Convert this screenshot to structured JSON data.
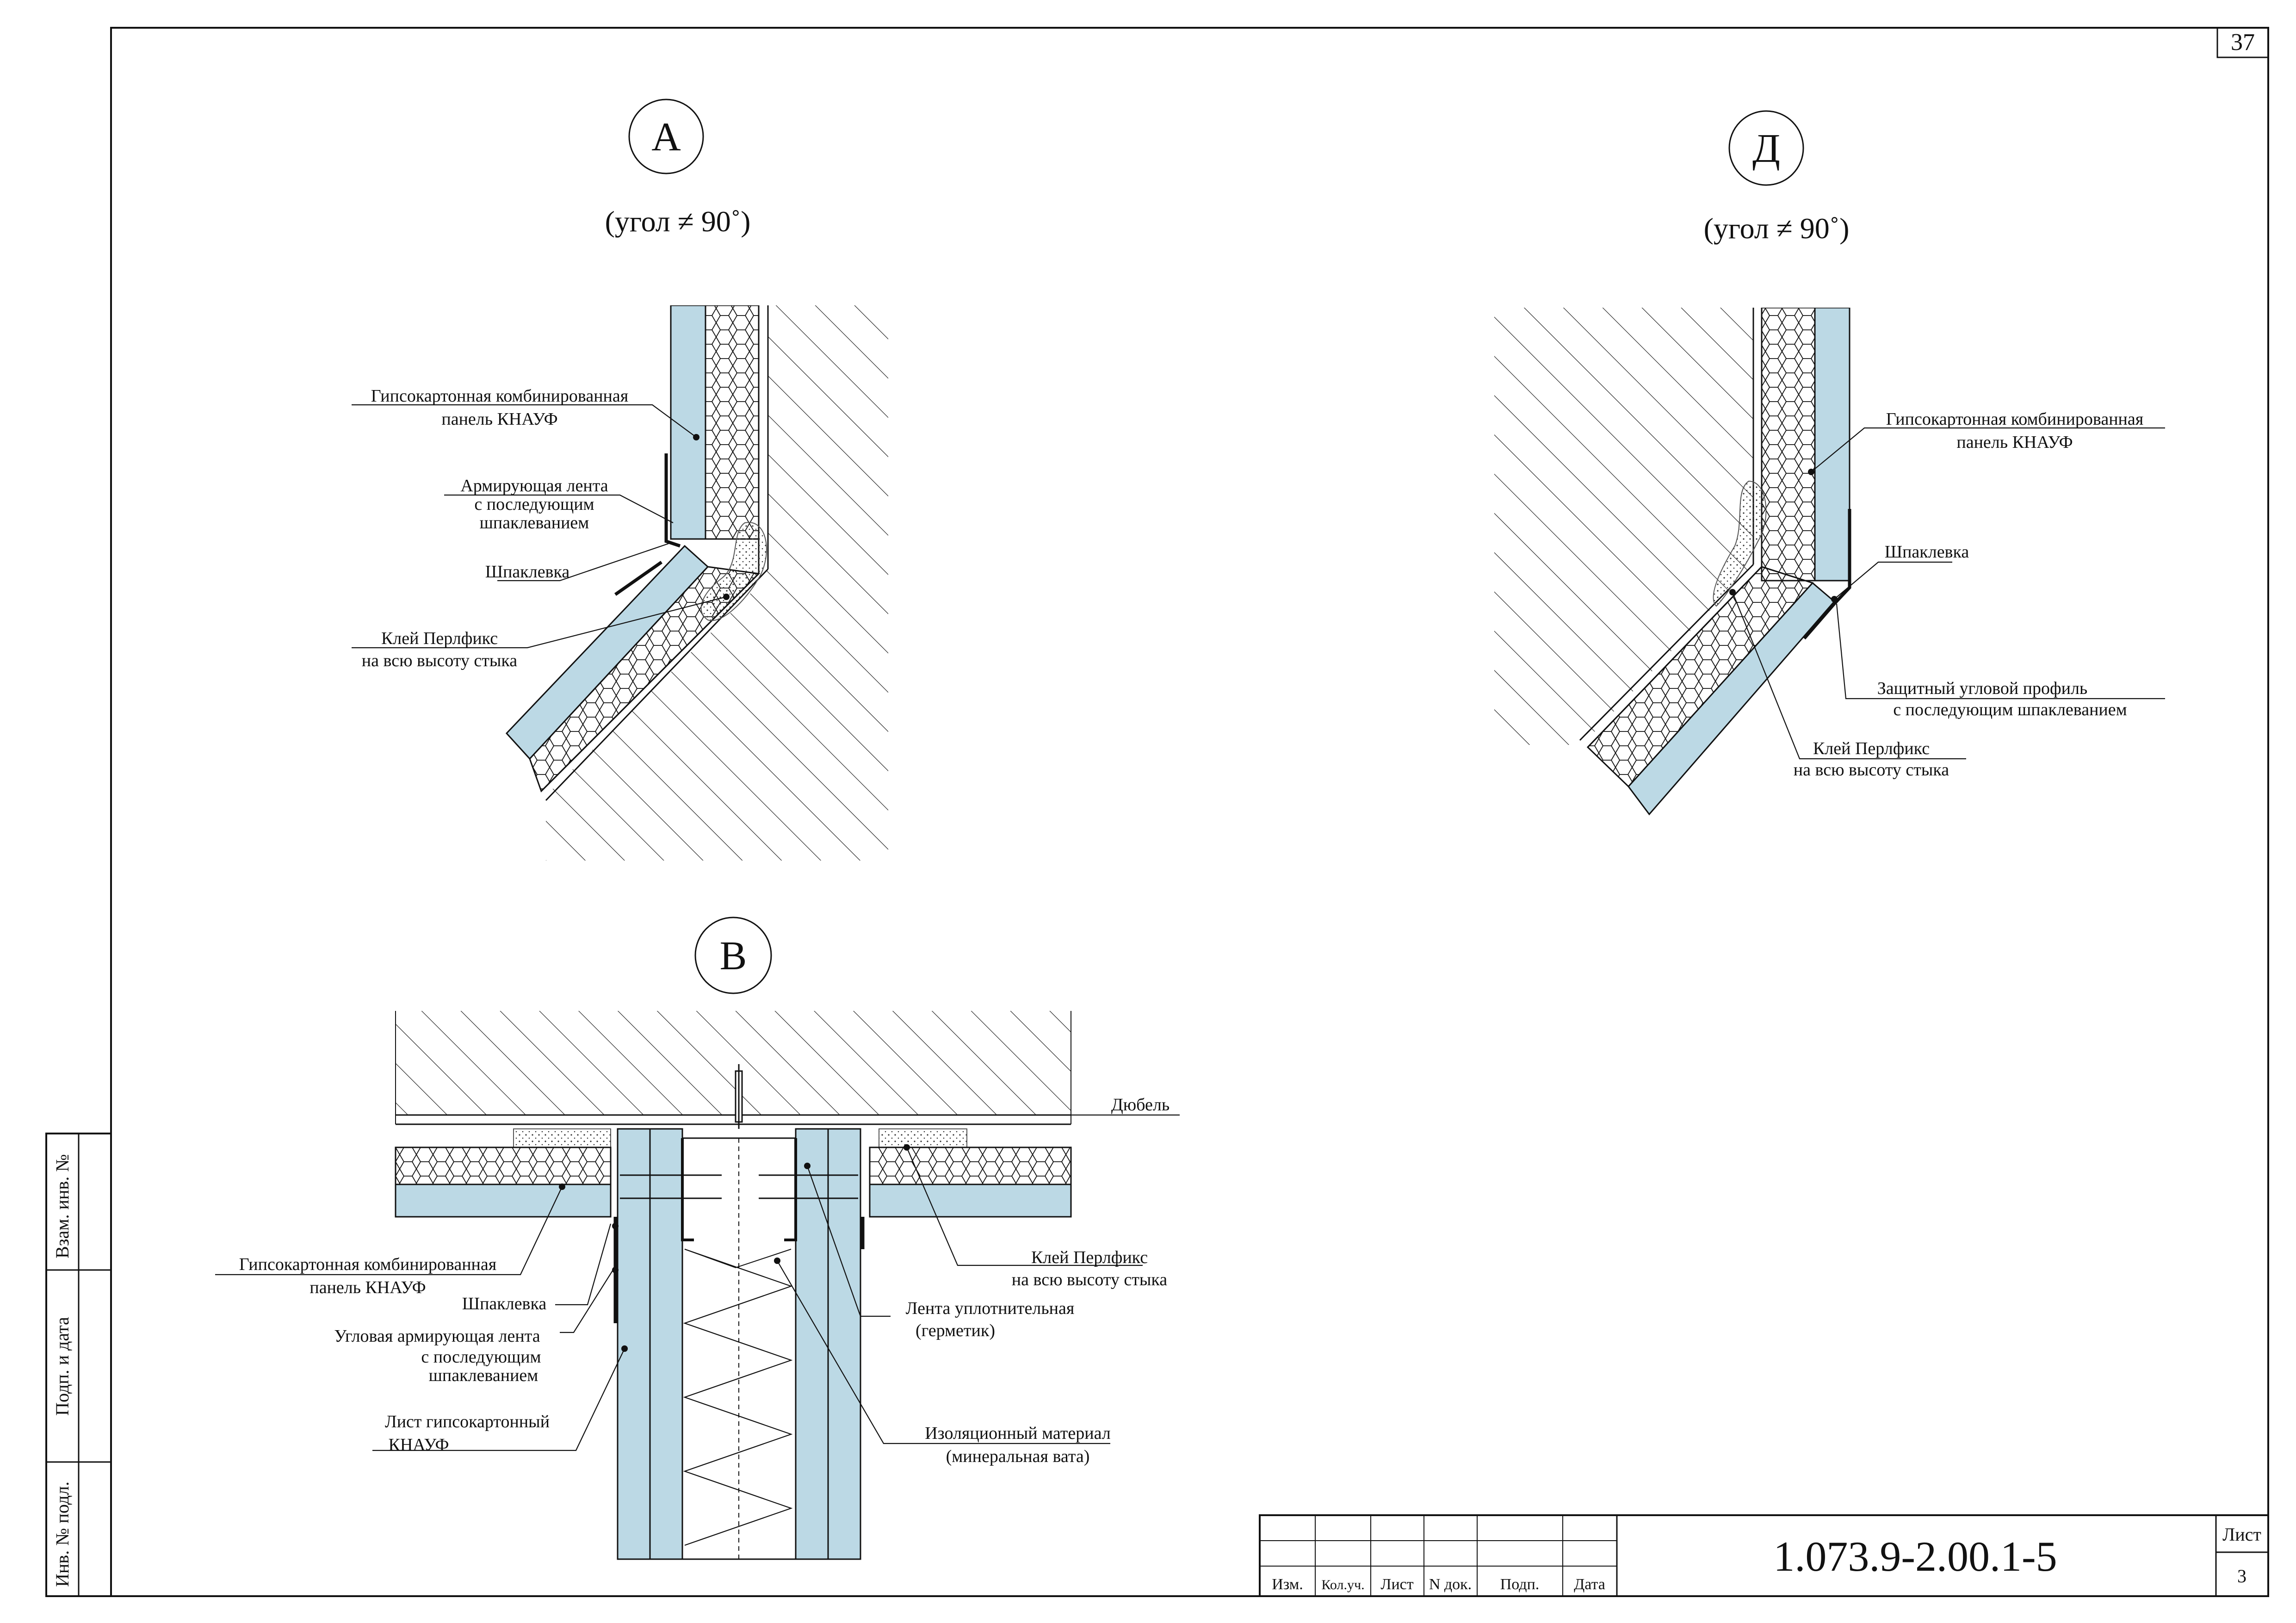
{
  "sheet": {
    "page_number": "37",
    "stamp": {
      "codes": [
        "Изм.",
        "Кол.уч.",
        "Лист",
        "N док.",
        "Подп.",
        "Дата"
      ],
      "designation": "1.073.9-2.00.1-5",
      "sheet_label": "Лист",
      "sheet_number": "3"
    },
    "side_stamp": {
      "vzam": "Взам. инв. №",
      "podp": "Подп. и дата",
      "inv": "Инв. № подл."
    }
  },
  "detail_a": {
    "mark": "А",
    "angle_note": "(угол ≠ 90˚)",
    "labels": {
      "panel_1": "Гипсокартонная комбинированная",
      "panel_2": "панель  КНАУФ",
      "tape_1": "Армирующая лента",
      "tape_2": "с последующим",
      "tape_3": "шпаклеванием",
      "putty": "Шпаклевка",
      "glue_1": "Клей Перлфикс",
      "glue_2": "на всю высоту стыка"
    }
  },
  "detail_d": {
    "mark": "Д",
    "angle_note": "(угол ≠ 90˚)",
    "labels": {
      "panel_1": "Гипсокартонная комбинированная",
      "panel_2": "панель  КНАУФ",
      "putty": "Шпаклевка",
      "profile_1": "Защитный угловой профиль",
      "profile_2": "с последующим шпаклеванием",
      "glue_1": "Клей Перлфикс",
      "glue_2": "на всю высоту стыка"
    }
  },
  "detail_b": {
    "mark": "В",
    "labels": {
      "dowel": "Дюбель",
      "panel_1": "Гипсокартонная комбинированная",
      "panel_2": "панель  КНАУФ",
      "putty": "Шпаклевка",
      "tape_1": "Угловая армирующая лента",
      "tape_2": "с последующим",
      "tape_3": "шпаклеванием",
      "sheet_1": "Лист гипсокартонный",
      "sheet_2": "КНАУФ",
      "glue_1": "Клей Перлфикс",
      "glue_2": "на всю высоту стыка",
      "seal_1": "Лента уплотнительная",
      "seal_2": "(герметик)",
      "insul_1": "Изоляционный материал",
      "insul_2": "(минеральная вата)"
    }
  },
  "colors": {
    "board": "#bcd9e5",
    "line": "#111111",
    "putty": "#f4f4f4"
  }
}
